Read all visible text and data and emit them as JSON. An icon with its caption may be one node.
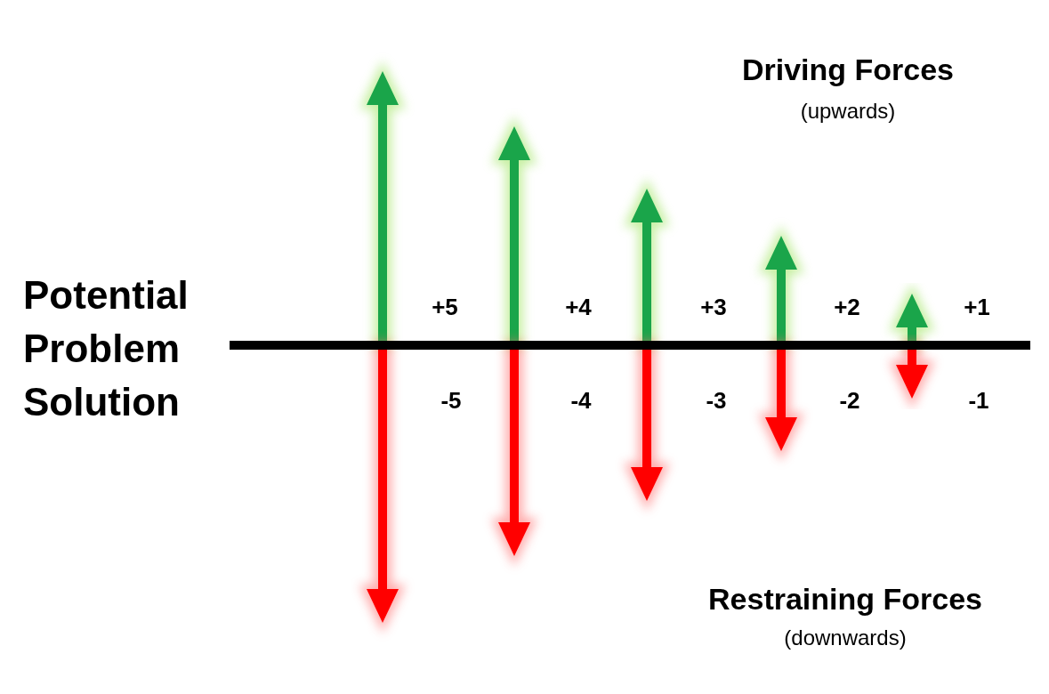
{
  "diagram": {
    "labels": [
      "Driving Forces",
      "(upwards)",
      "Potential Problem Solution",
      "+5",
      "+4",
      "+3",
      "+2",
      "+1",
      "-5",
      "-4",
      "-3",
      "-2",
      "-1",
      "Restraining Forces",
      "(downwards)"
    ]
  }
}
